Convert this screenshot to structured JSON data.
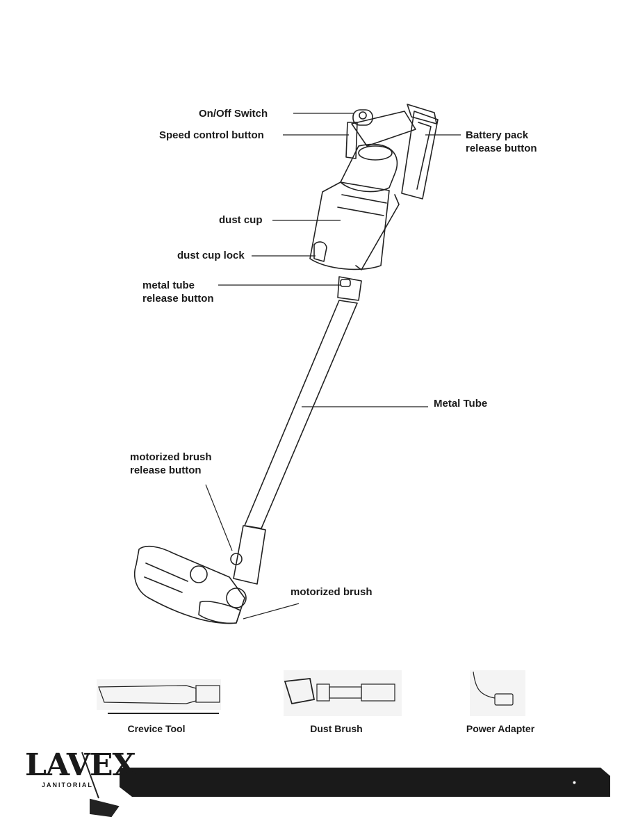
{
  "callouts": {
    "on_off": "On/Off Switch",
    "speed": "Speed control button",
    "battery": "Battery pack release button",
    "dust_cup": "dust cup",
    "dust_cup_lock": "dust cup lock",
    "metal_tube_release": "metal tube release button",
    "metal_tube": "Metal Tube",
    "brush_release": "motorized brush release button",
    "brush": "motorized brush"
  },
  "accessories": [
    {
      "label": "Crevice Tool",
      "icon": "crevice-tool-icon"
    },
    {
      "label": "Dust Brush",
      "icon": "dust-brush-icon"
    },
    {
      "label": "Power Adapter",
      "icon": "power-adapter-icon"
    }
  ],
  "footer": {
    "logo_text": "LAVEX",
    "logo_subtext": "JANITORIAL",
    "page_marker": "•"
  },
  "colors": {
    "line": "#222222",
    "footer_bar": "#1a1a1a"
  }
}
